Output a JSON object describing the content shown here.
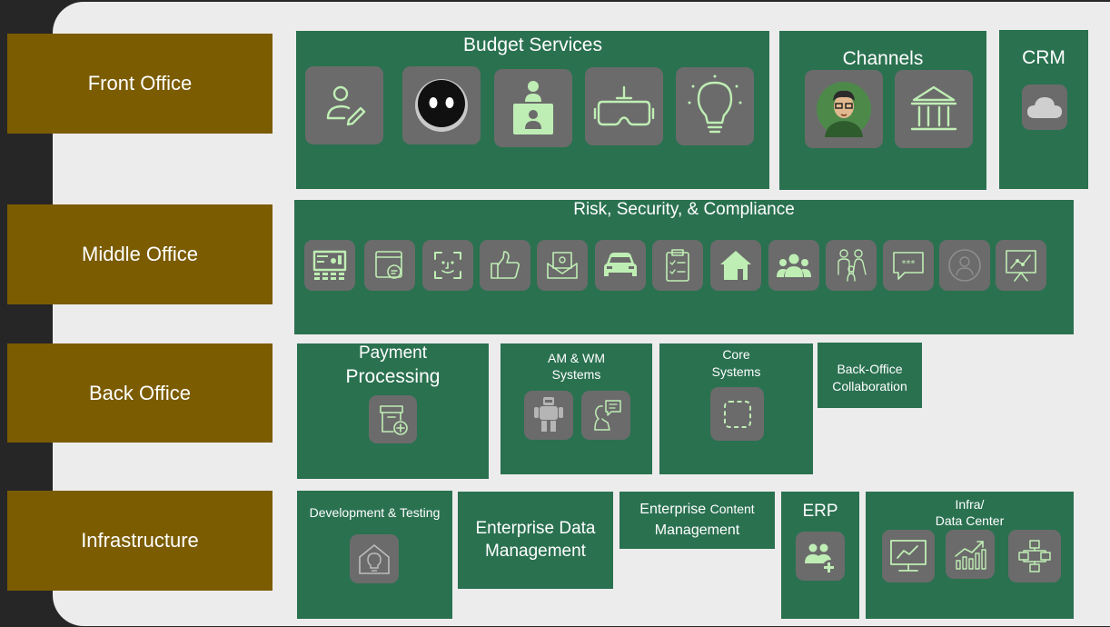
{
  "rows": {
    "front": "Front Office",
    "middle": "Middle Office",
    "back": "Back Office",
    "infra": "Infrastructure"
  },
  "boxes": {
    "budget": "Budget Services",
    "channels": "Channels",
    "crm": "CRM",
    "risk": "Risk, Security, & Compliance",
    "payment_l1": "Payment",
    "payment_l2": "Processing",
    "amwm_l1": "AM & WM",
    "amwm_l2": "Systems",
    "core_l1": "Core",
    "core_l2": "Systems",
    "backoffice_l1": "Back-Office",
    "backoffice_l2": "Collaboration",
    "devtest": "Development & Testing",
    "edm_l1": "Enterprise Data",
    "edm_l2": "Management",
    "ecm_l1a": "Enterprise",
    "ecm_l1b": "Content",
    "ecm_l2": "Management",
    "erp": "ERP",
    "infra_l1": "Infra/",
    "infra_l2": "Data Center"
  },
  "colors": {
    "background": "#262626",
    "panel": "#ececec",
    "row_label": "#7b5c00",
    "box": "#2a7150",
    "tile": "#6b6b6b",
    "icon": "#bfeeb4"
  },
  "icons": {
    "budget": [
      "user-edit-icon",
      "robot-face-icon",
      "presenter-icon",
      "vr-headset-icon",
      "lightbulb-icon"
    ],
    "channels": [
      "person-avatar-icon",
      "bank-building-icon"
    ],
    "crm": [
      "cloud-icon"
    ],
    "risk": [
      "dashboard-panel-icon",
      "chat-window-icon",
      "face-scan-icon",
      "thumbs-up-icon",
      "email-envelope-icon",
      "car-icon",
      "clipboard-checklist-icon",
      "house-icon",
      "group-icon",
      "family-icon",
      "password-chat-icon",
      "user-circle-icon",
      "presentation-chart-icon"
    ],
    "payment": [
      "archive-add-icon"
    ],
    "amwm": [
      "robot-body-icon",
      "person-speech-icon"
    ],
    "core": [
      "dashed-square-icon"
    ],
    "devtest": [
      "house-bulb-icon"
    ],
    "erp": [
      "add-user-group-icon"
    ],
    "infra": [
      "monitor-chart-icon",
      "bar-growth-icon",
      "network-nodes-icon"
    ]
  }
}
